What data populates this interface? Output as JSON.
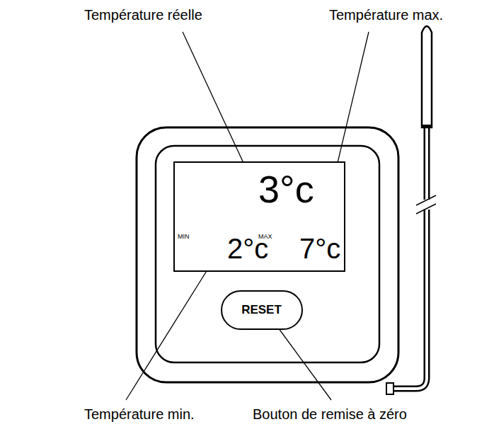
{
  "diagram": {
    "nodes": [
      {
        "text": [
          "3°c",
          "MIN",
          "2°c",
          "MAX",
          "7°c"
        ]
      },
      {
        "text": [
          "RESET"
        ]
      }
    ],
    "labels": [
      "Température réelle",
      "Température max.",
      "Température min.",
      "Bouton de remise à zéro"
    ]
  }
}
